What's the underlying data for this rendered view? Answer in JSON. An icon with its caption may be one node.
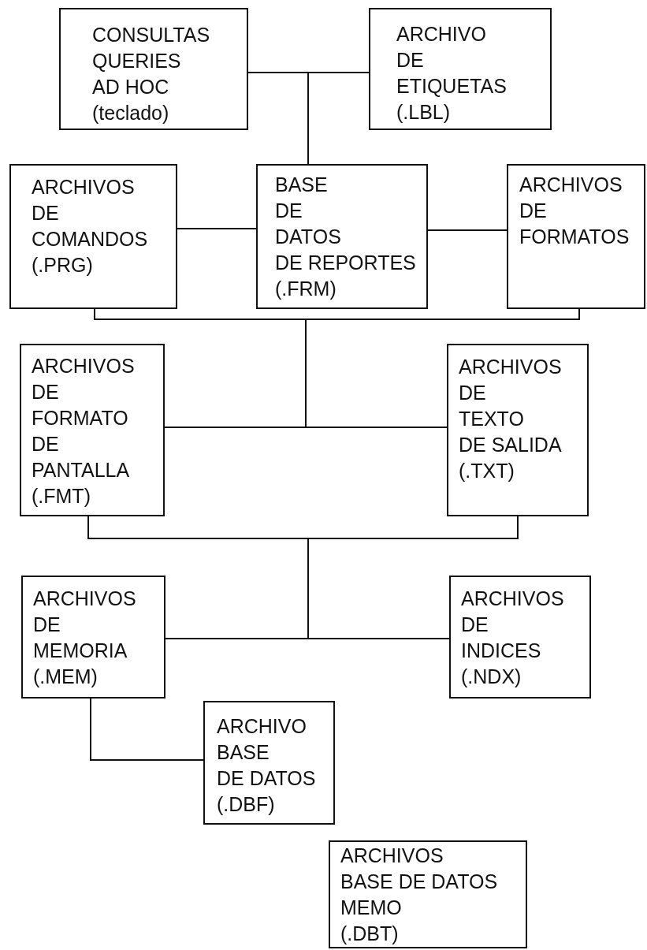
{
  "diagram": {
    "nodes": [
      {
        "text": [
          "CONSULTAS QUERIES AD HOC (teclado)"
        ]
      },
      {
        "text": [
          "ARCHIVO DE ETIQUETAS (.LBL)"
        ]
      },
      {
        "text": [
          "ARCHIVOS DE COMANDOS (.PRG)"
        ]
      },
      {
        "text": [
          "BASE DE DATOS DE REPORTES (.FRM)"
        ]
      },
      {
        "text": [
          "ARCHIVOS DE FORMATOS"
        ]
      },
      {
        "text": [
          "ARCHIVOS DE FORMATO DE PANTALLA (.FMT)"
        ]
      },
      {
        "text": [
          "ARCHIVOS DE TEXTO DE SALIDA (.TXT)"
        ]
      },
      {
        "text": [
          "ARCHIVOS DE MEMORIA (.MEM)"
        ]
      },
      {
        "text": [
          "ARCHIVOS DE INDICES (.NDX)"
        ]
      },
      {
        "text": [
          "ARCHIVO BASE DE DATOS (.DBF)"
        ]
      },
      {
        "text": [
          "ARCHIVOS BASE DE DATOS MEMO (.DBT)"
        ]
      }
    ],
    "edges": [
      {
        "from": 0,
        "to": 3,
        "arrow": "none"
      },
      {
        "from": 1,
        "to": 3,
        "arrow": "none"
      },
      {
        "from": 2,
        "to": 3,
        "arrow": "none"
      },
      {
        "from": 3,
        "to": 4,
        "arrow": "none"
      },
      {
        "from": 2,
        "to": 5,
        "arrow": "none"
      },
      {
        "from": 2,
        "to": 6,
        "arrow": "none"
      },
      {
        "from": 4,
        "to": 5,
        "arrow": "none"
      },
      {
        "from": 4,
        "to": 6,
        "arrow": "none"
      },
      {
        "from": 5,
        "to": 7,
        "arrow": "none"
      },
      {
        "from": 5,
        "to": 8,
        "arrow": "none"
      },
      {
        "from": 6,
        "to": 7,
        "arrow": "none"
      },
      {
        "from": 6,
        "to": 8,
        "arrow": "none"
      },
      {
        "from": 7,
        "to": 9,
        "arrow": "none"
      }
    ]
  }
}
